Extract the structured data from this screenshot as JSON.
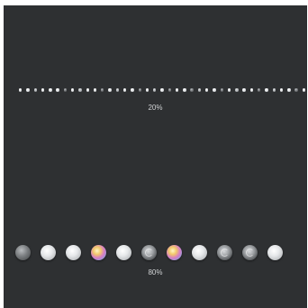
{
  "labels": {
    "small": "20%",
    "large": "80%"
  },
  "colors": {
    "background": "#2e3032",
    "label_text": "#d0d2d4"
  },
  "rows": {
    "small": {
      "scale_label": "20%",
      "dots": [
        "light",
        "light",
        "gray",
        "light",
        "light",
        "light",
        "dark",
        "light",
        "gray",
        "light",
        "light",
        "dark",
        "light",
        "gray",
        "light",
        "light",
        "dark",
        "light",
        "gray",
        "light",
        "dark",
        "light",
        "light",
        "dark",
        "gray",
        "light",
        "light",
        "dark",
        "light",
        "gray",
        "light",
        "light",
        "dark",
        "light",
        "gray",
        "light",
        "light",
        "dark",
        "light",
        "light"
      ]
    },
    "large": {
      "scale_label": "80%",
      "dots": [
        "dark",
        "light",
        "light",
        "color",
        "light",
        "swirl",
        "color",
        "light",
        "swirl",
        "swirl",
        "light"
      ]
    }
  }
}
